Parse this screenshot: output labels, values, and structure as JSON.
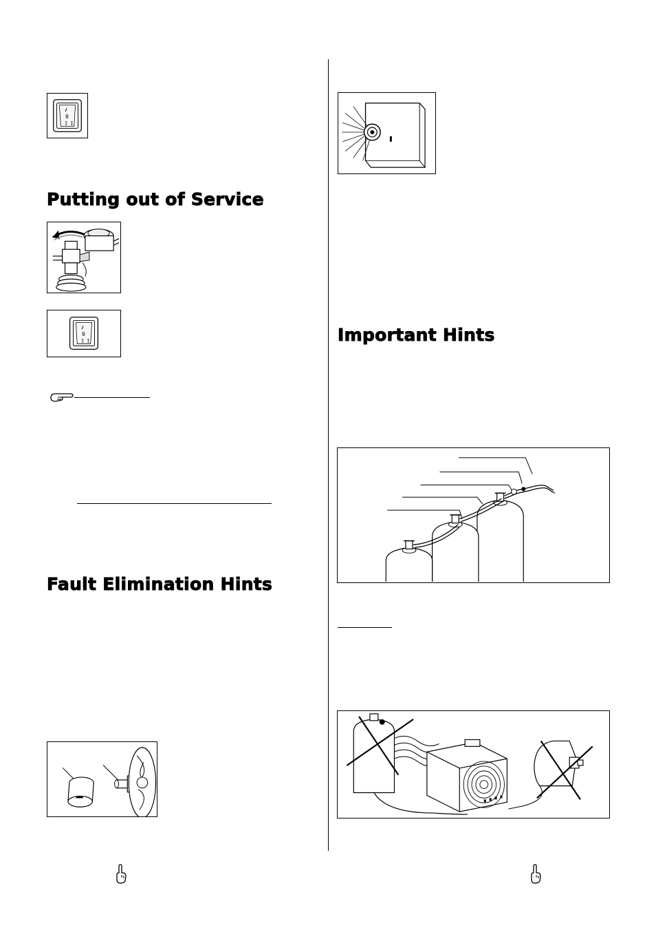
{
  "headings": {
    "putting_out": "Putting out of Service",
    "fault_elimination": "Fault Elimination Hints",
    "important_hints": "Important Hints"
  },
  "icons": {
    "switch": "rocker-switch-icon",
    "valve": "gas-valve-regulator-icon",
    "pointing_hand": "pointing-hand-icon",
    "heater_flame": "heater-flame-icon",
    "nozzle": "nozzle-parts-icon",
    "multi_cylinder": "multi-cylinder-connection-icon",
    "cylinder_placement": "cylinder-placement-warning-icon"
  }
}
